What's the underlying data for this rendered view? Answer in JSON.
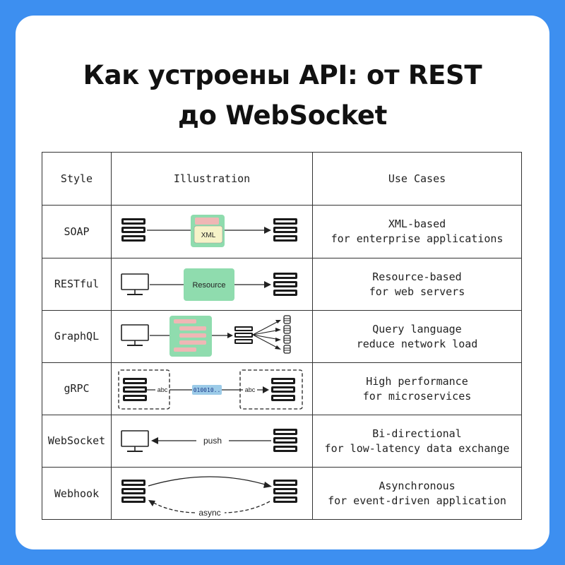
{
  "title": {
    "line1": "Как устроены API: от REST",
    "line2": "до WebSocket"
  },
  "table": {
    "headers": {
      "style": "Style",
      "illustration": "Illustration",
      "use_cases": "Use Cases"
    },
    "rows": [
      {
        "style": "SOAP",
        "use_line1": "XML-based",
        "use_line2": "for enterprise applications",
        "labels": {
          "box": "XML"
        }
      },
      {
        "style": "RESTful",
        "use_line1": "Resource-based",
        "use_line2": "for web servers",
        "labels": {
          "box": "Resource"
        }
      },
      {
        "style": "GraphQL",
        "use_line1": "Query language",
        "use_line2": "reduce network load",
        "labels": {}
      },
      {
        "style": "gRPC",
        "use_line1": "High performance",
        "use_line2": "for microservices",
        "labels": {
          "left": "abc",
          "middle": "010010..",
          "right": "abc"
        }
      },
      {
        "style": "WebSocket",
        "use_line1": "Bi-directional",
        "use_line2": "for low-latency data exchange",
        "labels": {
          "arrow": "push"
        }
      },
      {
        "style": "Webhook",
        "use_line1": "Asynchronous",
        "use_line2": "for event-driven application",
        "labels": {
          "arrow": "async"
        }
      }
    ]
  },
  "colors": {
    "background": "#3d8ff0",
    "card": "#ffffff",
    "green_box": "#8fdcae",
    "yellow_box": "#f6f3c8",
    "pink_bar": "#efb7b5",
    "blue_chip": "#9ccbe8"
  }
}
